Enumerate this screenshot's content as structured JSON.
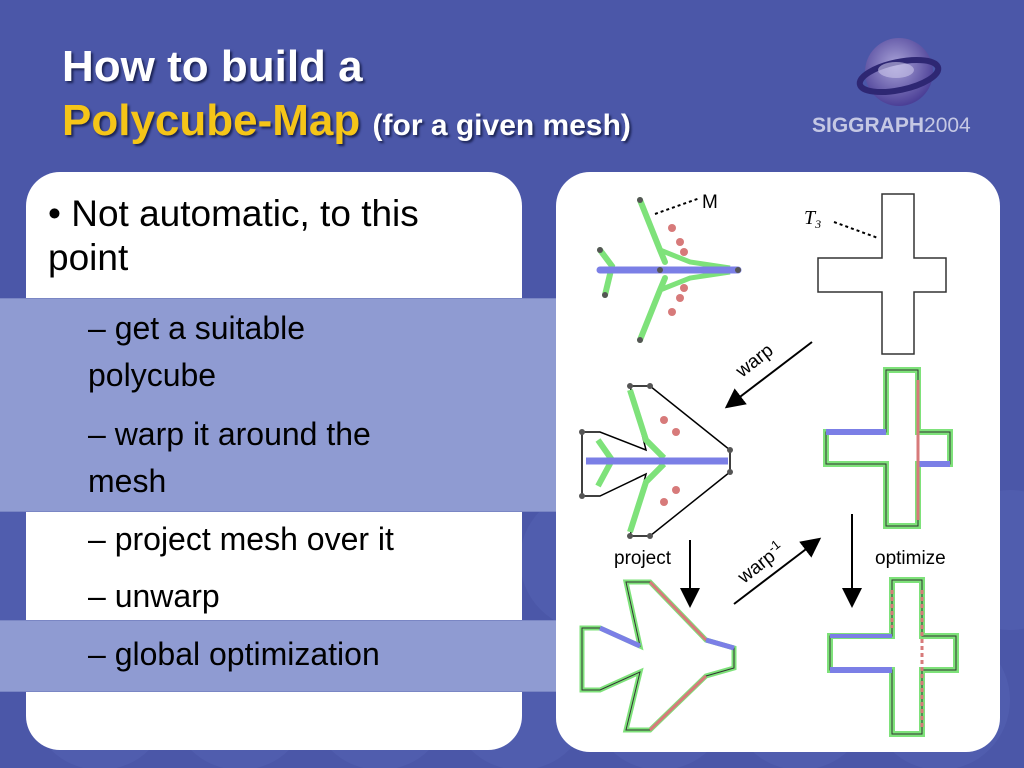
{
  "slide": {
    "title_line1": "How to build a",
    "title_line2": "Polycube-Map",
    "title_suffix": "(for a given mesh)",
    "bullet_main": "• Not automatic, to this point",
    "sub_items": [
      "– get a suitable polycube",
      "– warp it around the mesh",
      "– project mesh over it",
      "– unwarp",
      "– global optimization"
    ]
  },
  "logo": {
    "brand": "SIGGRAPH",
    "year": "2004"
  },
  "figure": {
    "label_m": "M",
    "label_t3": "T",
    "label_t3_sub": "3",
    "label_warp": "warp",
    "label_project": "project",
    "label_warp_inv": "warp",
    "label_warp_inv_sup": "-1",
    "label_optimize": "optimize"
  },
  "colors": {
    "background": "#4b57a8",
    "title_accent": "#f5c518",
    "band": "#8f9bd2",
    "mesh_green": "#7ee27a",
    "mesh_blue": "#7b7fe6",
    "mesh_red": "#d77a7a"
  }
}
